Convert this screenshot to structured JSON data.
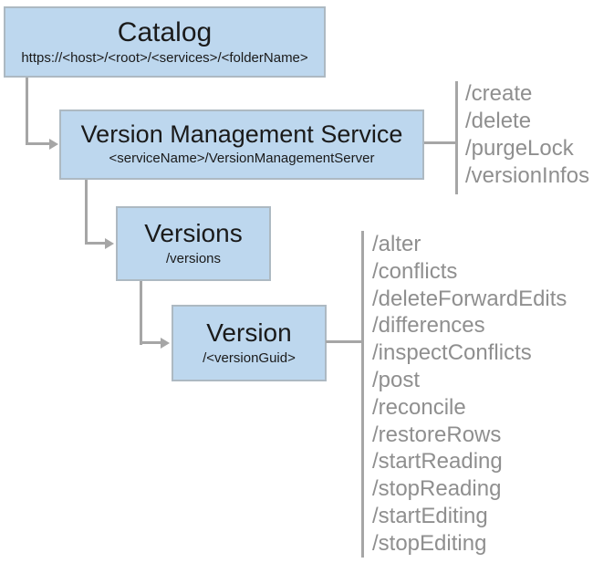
{
  "colors": {
    "box_fill": "#bdd7ee",
    "box_border": "#adb9c2",
    "connector": "#a6a6a6",
    "endpoint_text": "#8f8f8f",
    "title_text": "#1a1a1a"
  },
  "nodes": {
    "catalog": {
      "title": "Catalog",
      "subtitle": "https://<host>/<root>/<services>/<folderName>"
    },
    "vms": {
      "title": "Version Management Service",
      "subtitle": "<serviceName>/VersionManagementServer",
      "endpoints": [
        "/create",
        "/delete",
        "/purgeLock",
        "/versionInfos"
      ]
    },
    "versions": {
      "title": "Versions",
      "subtitle": "/versions"
    },
    "version": {
      "title": "Version",
      "subtitle": "/<versionGuid>",
      "endpoints": [
        "/alter",
        "/conflicts",
        "/deleteForwardEdits",
        "/differences",
        "/inspectConflicts",
        "/post",
        "/reconcile",
        "/restoreRows",
        "/startReading",
        "/stopReading",
        "/startEditing",
        "/stopEditing"
      ]
    }
  }
}
